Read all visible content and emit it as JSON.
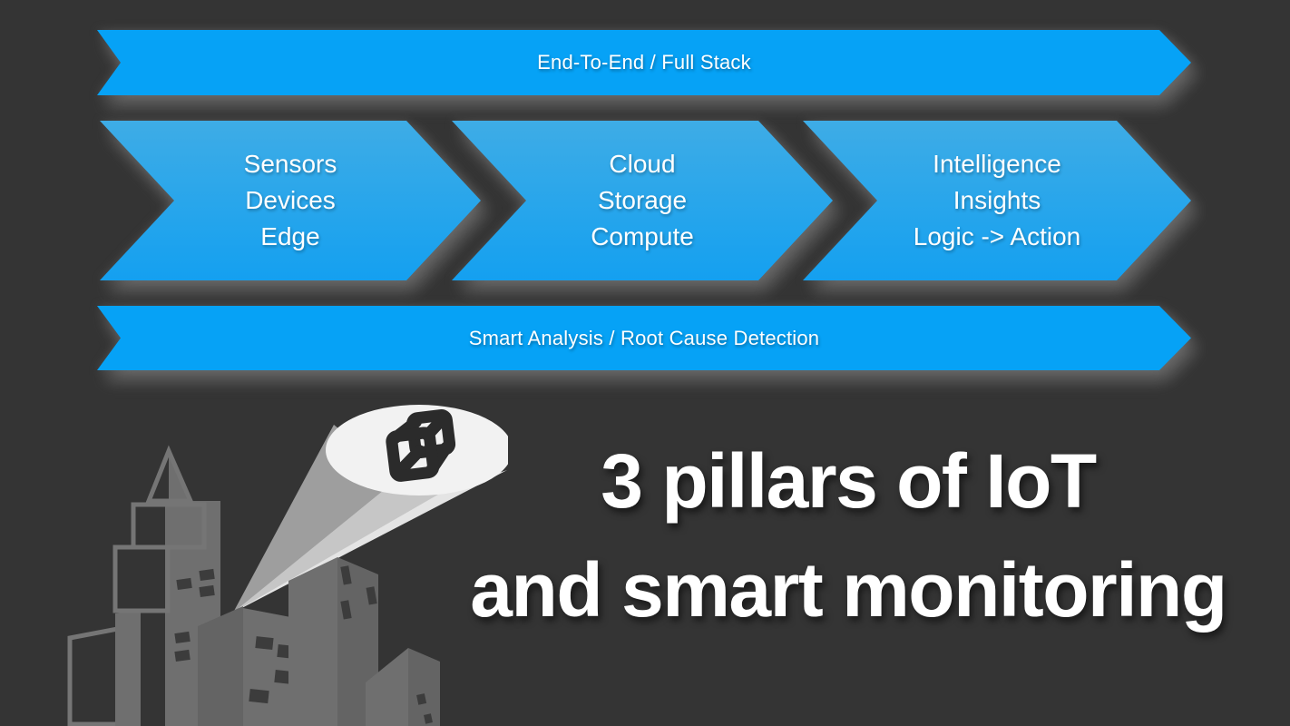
{
  "banners": {
    "top": {
      "label": "End-To-End / Full Stack"
    },
    "bottom": {
      "label": "Smart Analysis / Root Cause Detection"
    }
  },
  "pillars": [
    {
      "lines": [
        "Sensors",
        "Devices",
        "Edge"
      ]
    },
    {
      "lines": [
        "Cloud",
        "Storage",
        "Compute"
      ]
    },
    {
      "lines": [
        "Intelligence",
        "Insights",
        "Logic -> Action"
      ]
    }
  ],
  "title": {
    "line1": "3 pillars of IoT",
    "line2": "and smart monitoring"
  },
  "icons": {
    "cube": "3d-cube-icon",
    "beam": "spotlight-beam",
    "ellipse": "spotlight-ellipse",
    "skyline": "city-skyline"
  },
  "colors": {
    "background": "#343434",
    "banner_blue": "#06a2f6",
    "chevron_top": "#3eace6",
    "chevron_bottom": "#14a0f0",
    "text_white": "#ffffff",
    "city_gray": "#6f6f6f",
    "city_dark": "#3c3c3c",
    "beam_light": "#e4e4e4",
    "ellipse_white": "#f2f2f2",
    "cube_dark": "#2b2b2b"
  }
}
